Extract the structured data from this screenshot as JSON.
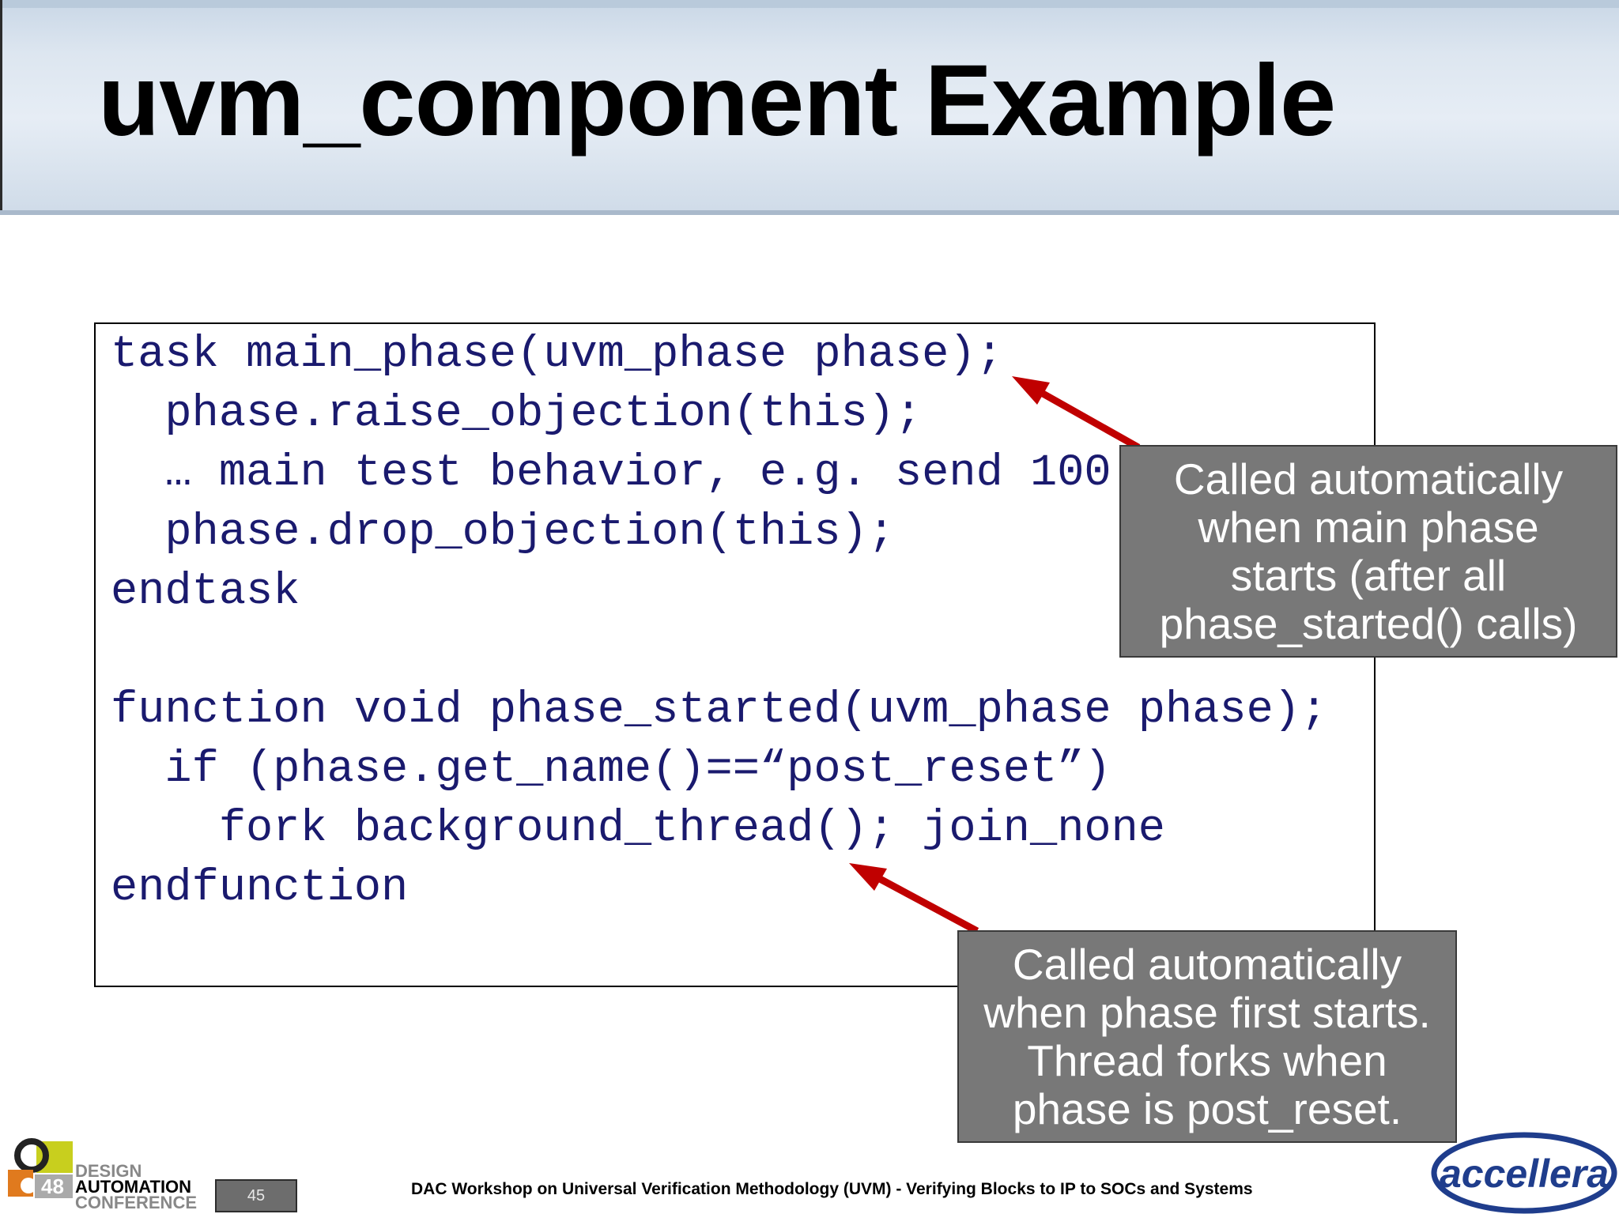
{
  "slide": {
    "title": "uvm_component Example",
    "code_lines": [
      "task main_phase(uvm_phase phase);",
      "  phase.raise_objection(this);",
      "  … main test behavior, e.g. send 100",
      "  phase.drop_objection(this);",
      "endtask",
      "",
      "function void phase_started(uvm_phase phase);",
      "  if (phase.get_name()==“post_reset”)",
      "    fork background_thread(); join_none",
      "endfunction"
    ],
    "callouts": [
      {
        "lines": [
          "Called automatically",
          "when main phase",
          "starts (after all",
          "phase_started() calls)"
        ]
      },
      {
        "lines": [
          "Called automatically",
          "when phase first starts.",
          "Thread forks when",
          "phase is post_reset."
        ]
      }
    ]
  },
  "footer": {
    "text": "DAC Workshop on Universal Verification Methodology (UVM) - Verifying Blocks to IP to SOCs and Systems",
    "page_number": "45",
    "dac_logo": {
      "number": "48",
      "line1": "DESIGN",
      "line2": "AUTOMATION",
      "line3": "CONFERENCE"
    },
    "accellera_logo": "accellera"
  },
  "colors": {
    "code_text": "#1a1a6e",
    "callout_bg": "#787878",
    "arrow": "#c00000"
  }
}
